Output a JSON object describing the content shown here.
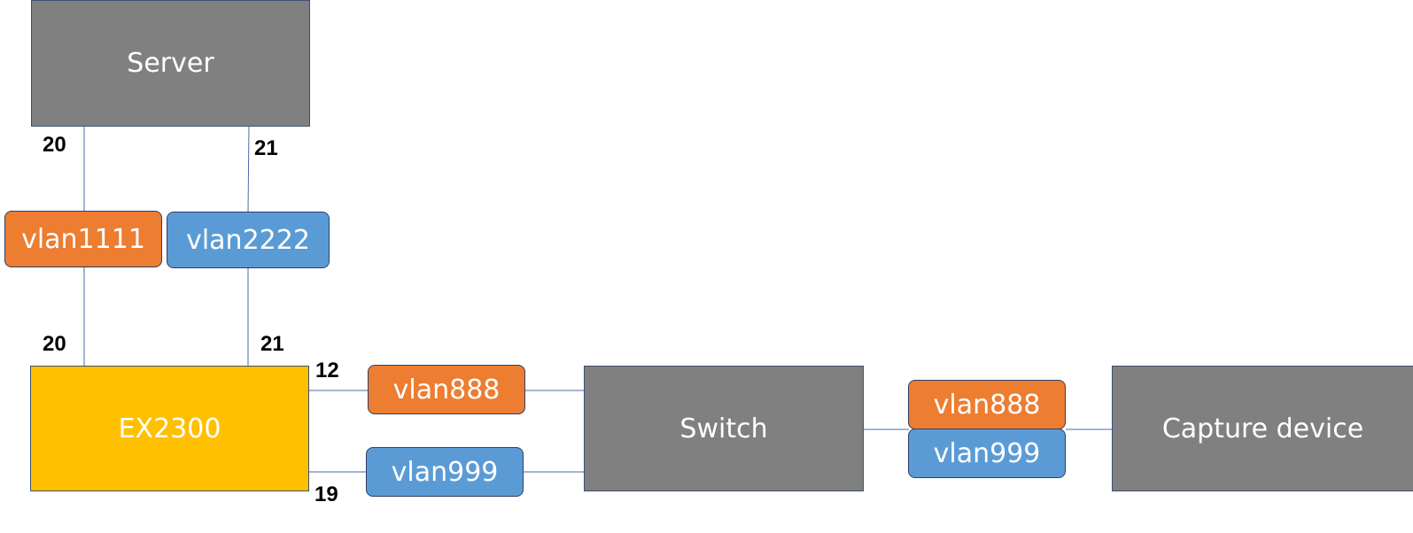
{
  "devices": {
    "server": "Server",
    "ex2300": "EX2300",
    "switch": "Switch",
    "capture": "Capture device"
  },
  "vlans": {
    "vlan1111": "vlan1111",
    "vlan2222": "vlan2222",
    "vlan888_left": "vlan888",
    "vlan999_left": "vlan999",
    "vlan888_right": "vlan888",
    "vlan999_right": "vlan999"
  },
  "ports": {
    "server_left": "20",
    "server_right": "21",
    "ex_left": "20",
    "ex_right": "21",
    "ex_upper": "12",
    "ex_lower": "19"
  },
  "colors": {
    "device_gray": "#808080",
    "ex2300_yellow": "#ffc000",
    "vlan_orange": "#ed7d31",
    "vlan_blue": "#5b9bd5",
    "link": "#4a6aa8"
  }
}
